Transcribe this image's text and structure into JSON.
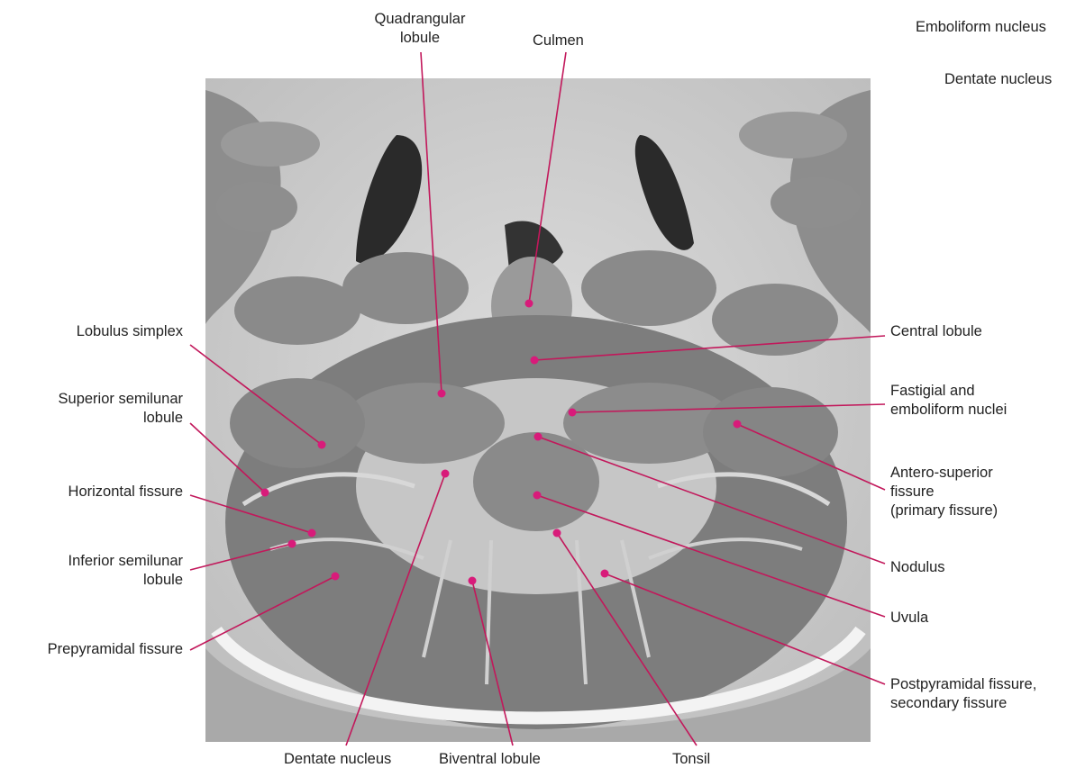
{
  "labels": {
    "quadrangular_lobule": [
      "Quadrangular",
      "lobule"
    ],
    "culmen": "Culmen",
    "emboliform_nucleus": "Emboliform nucleus",
    "dentate_nucleus_top": "Dentate nucleus",
    "lobulus_simplex": "Lobulus simplex",
    "superior_semilunar_lobule": [
      "Superior semilunar",
      "lobule"
    ],
    "horizontal_fissure": "Horizontal fissure",
    "inferior_semilunar_lobule": [
      "Inferior semilunar",
      "lobule"
    ],
    "prepyramidal_fissure": "Prepyramidal fissure",
    "central_lobule": "Central lobule",
    "fastigial_emboliform": [
      "Fastigial and",
      "emboliform nuclei"
    ],
    "antero_superior_fissure": [
      "Antero-superior",
      "fissure",
      "(primary fissure)"
    ],
    "nodulus": "Nodulus",
    "uvula": "Uvula",
    "postpyramidal_fissure": [
      "Postpyramidal fissure,",
      "secondary fissure"
    ],
    "dentate_nucleus": "Dentate nucleus",
    "biventral_lobule": "Biventral lobule",
    "tonsil": "Tonsil"
  },
  "colors": {
    "leader_line": "#c2185b",
    "marker": "#d81b7a",
    "text": "#222222"
  }
}
